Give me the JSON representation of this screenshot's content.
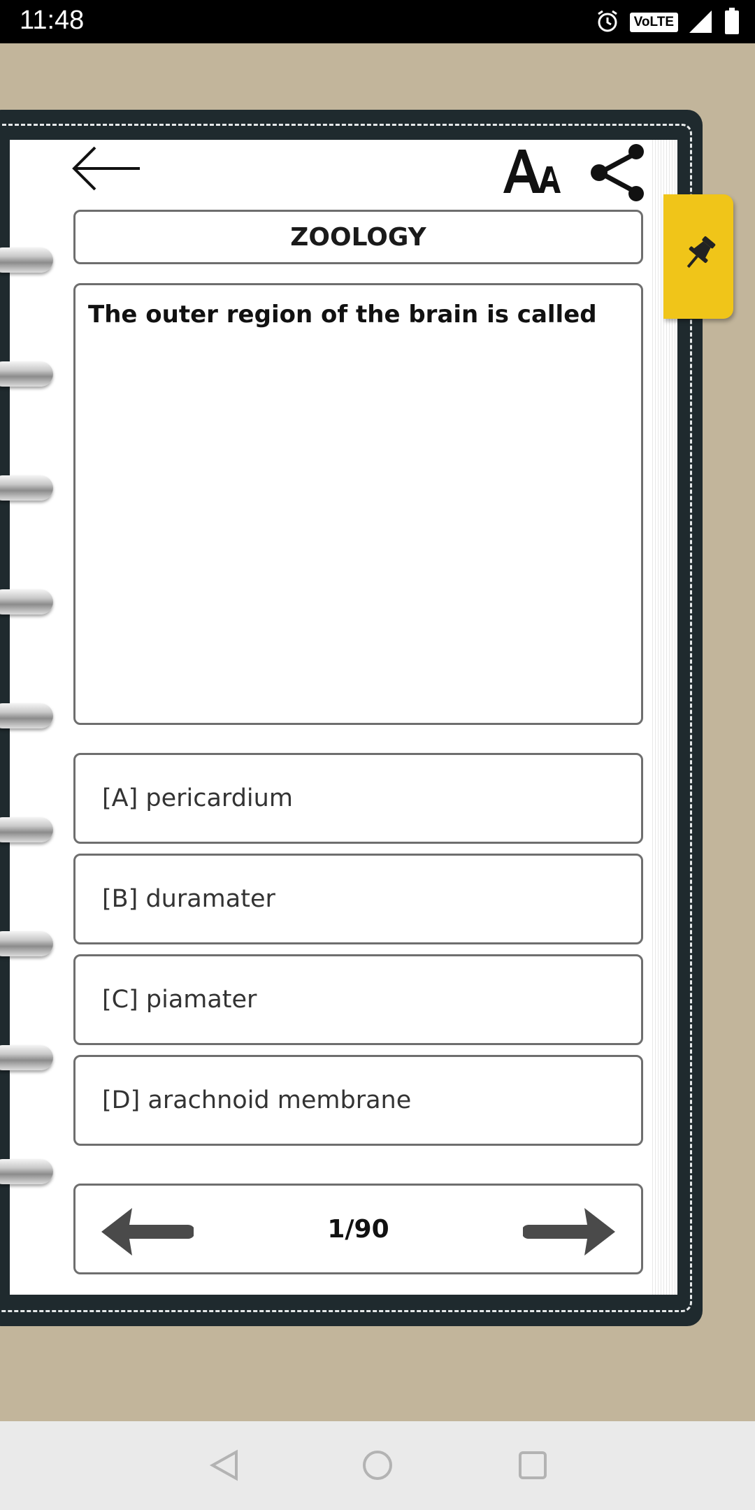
{
  "status_bar": {
    "time": "11:48",
    "volte": "VoLTE"
  },
  "header": {
    "subject_title": "ZOOLOGY"
  },
  "question": {
    "text": "The outer region of the brain is called"
  },
  "options": [
    {
      "label": "[A] pericardium"
    },
    {
      "label": "[B] duramater"
    },
    {
      "label": "[C] piamater"
    },
    {
      "label": "[D] arachnoid membrane"
    }
  ],
  "pager": {
    "counter": "1/90"
  },
  "colors": {
    "background": "#c2b59b",
    "notebook": "#1f2a2e",
    "bookmark": "#f0c519",
    "nav_arrow": "#4a4a4a"
  },
  "icons": [
    "back-arrow-icon",
    "font-size-icon",
    "share-icon",
    "pin-icon",
    "alarm-icon",
    "signal-icon",
    "battery-icon"
  ]
}
